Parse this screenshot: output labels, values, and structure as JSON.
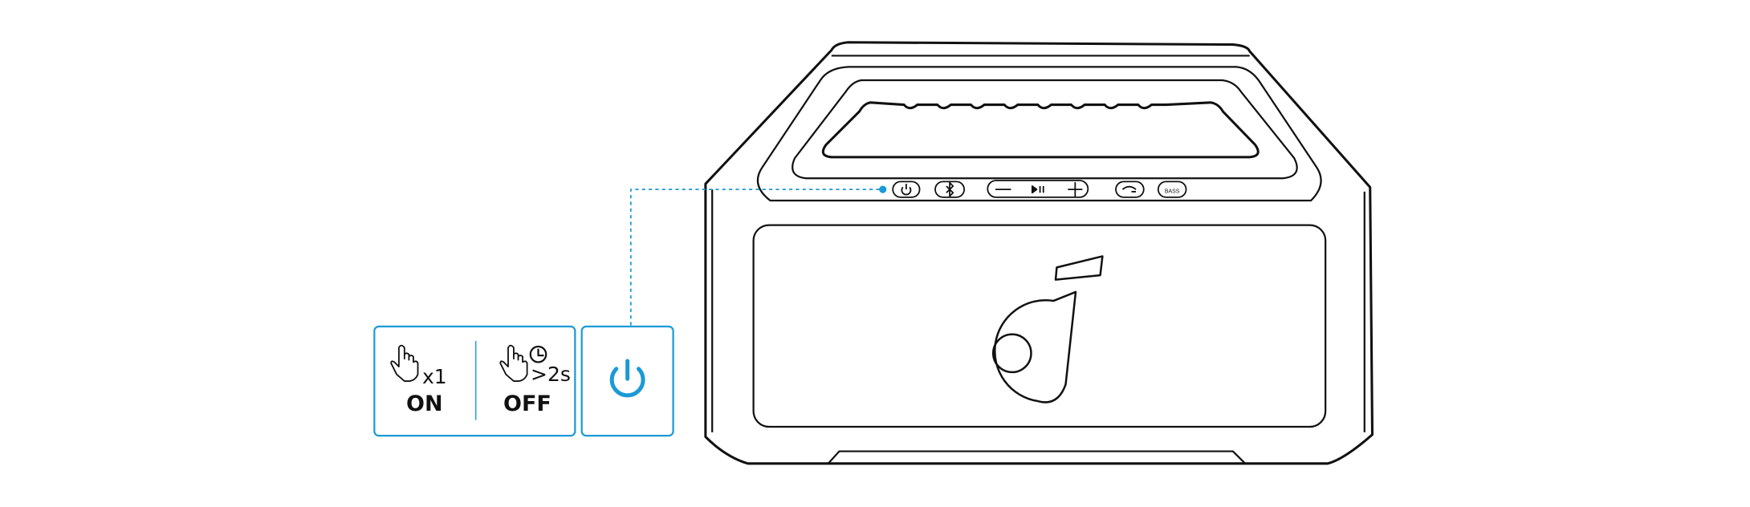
{
  "diagram": {
    "subject": "speaker-power-button",
    "accent_color": "#1a9ad6",
    "control_buttons": [
      "power-icon",
      "bluetooth-icon",
      "volume-down-icon",
      "play-pause-icon",
      "volume-up-icon",
      "partycast-icon",
      "bass-icon"
    ],
    "bass_label": "BASS",
    "instructions": {
      "on": {
        "press": "x1",
        "label": "ON"
      },
      "off": {
        "press": ">2s",
        "label": "OFF"
      }
    }
  }
}
